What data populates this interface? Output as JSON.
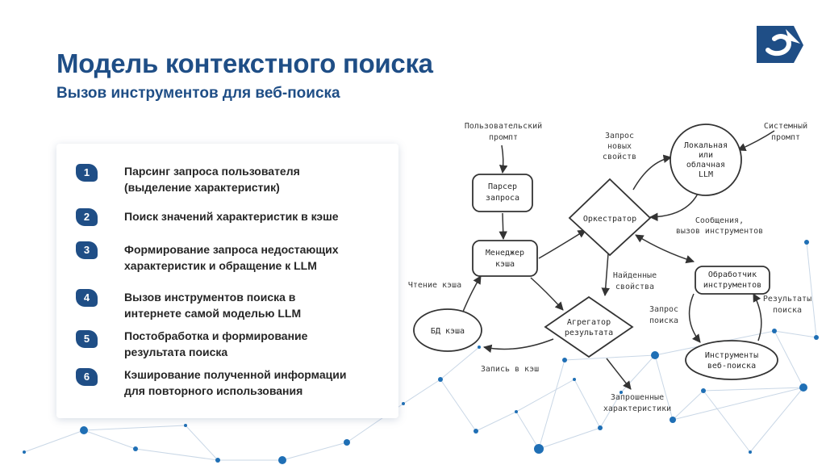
{
  "title": "Модель контекстного поиска",
  "subtitle": "Вызов инструментов для веб-поиска",
  "colors": {
    "accent": "#1f4e86",
    "network_dot": "#1f6fb5",
    "network_line": "#c9d7e6"
  },
  "logo": {
    "icon": "company-logo-icon"
  },
  "steps": [
    {
      "num": "1",
      "text": "Парсинг запроса пользователя\n(выделение характеристик)"
    },
    {
      "num": "2",
      "text": "Поиск значений характеристик в кэше"
    },
    {
      "num": "3",
      "text": "Формирование запроса недостающих\nхарактеристик и обращение к LLM"
    },
    {
      "num": "4",
      "text": "Вызов инструментов поиска в\nинтернете самой моделью LLM"
    },
    {
      "num": "5",
      "text": "Постобработка и формирование\nрезультата поиска"
    },
    {
      "num": "6",
      "text": "Кэширование полученной информации\nдля повторного использования"
    }
  ],
  "diagram": {
    "nodes": {
      "parser": [
        "Парсер",
        "запроса"
      ],
      "cache_manager": [
        "Менеджер",
        "кэша"
      ],
      "orchestrator": [
        "Оркестратор"
      ],
      "llm": [
        "Локальная",
        "или",
        "облачная",
        "LLM"
      ],
      "tool_handler": [
        "Обработчик",
        "инструментов"
      ],
      "aggregator": [
        "Агрегатор",
        "результата"
      ],
      "cache_db": [
        "БД кэша"
      ],
      "web_tools": [
        "Инструменты",
        "веб-поиска"
      ]
    },
    "labels": {
      "user_prompt": [
        "Пользовательский",
        "промпт"
      ],
      "system_prompt": [
        "Системный",
        "промпт"
      ],
      "request_new": [
        "Запрос",
        "новых",
        "свойств"
      ],
      "messages": [
        "Сообщения,",
        "вызов инструментов"
      ],
      "found_props": [
        "Найденные",
        "свойства"
      ],
      "cache_read": [
        "Чтение кэша"
      ],
      "cache_write": [
        "Запись в кэш"
      ],
      "search_request": [
        "Запрос",
        "поиска"
      ],
      "search_results": [
        "Результаты",
        "поиска"
      ],
      "requested_chars": [
        "Запрошенные",
        "характеристики"
      ]
    }
  }
}
